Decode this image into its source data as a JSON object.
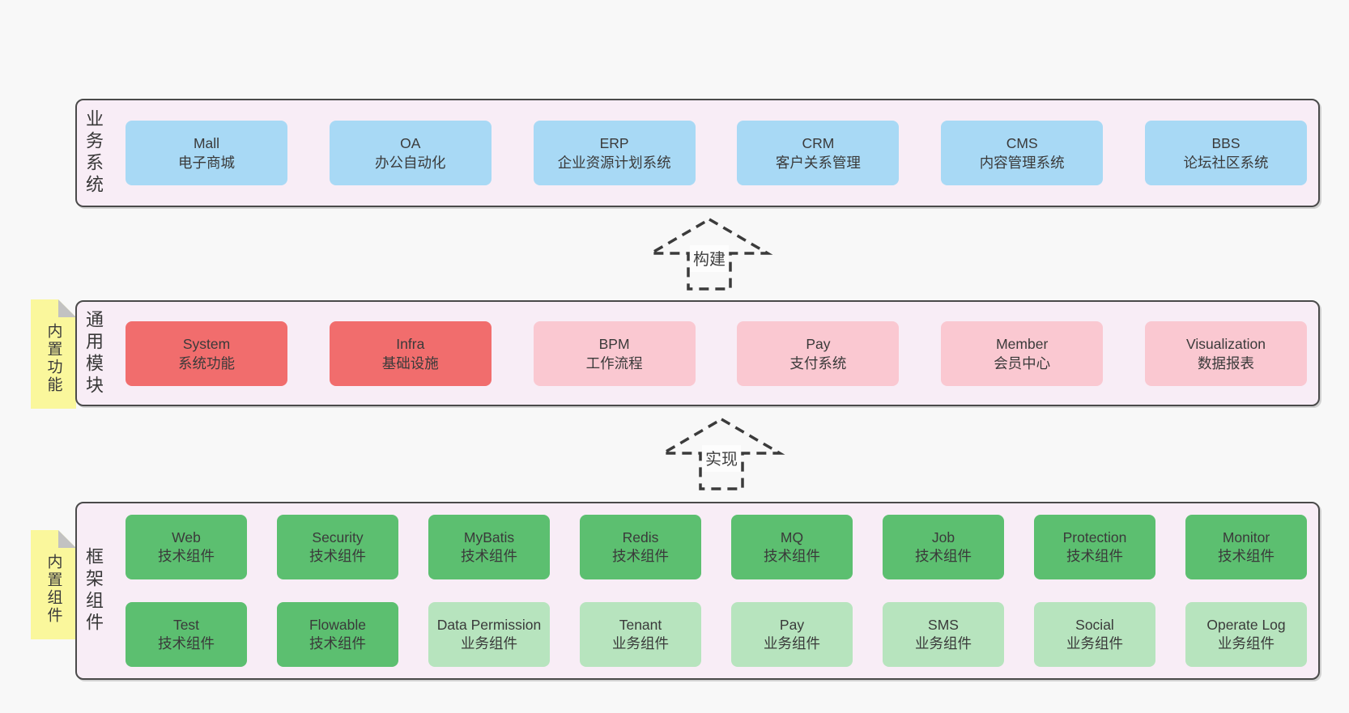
{
  "colors": {
    "page_bg": "#f8f8f8",
    "layer_bg": "#f8edf6",
    "border": "#4a4a4a",
    "sticky": "#faf79c",
    "blue": "#a8d9f5",
    "red": "#f16d6d",
    "pink": "#fac8d1",
    "green": "#5cbf70",
    "lightgreen": "#b7e4be"
  },
  "arrows": [
    {
      "label": "构建"
    },
    {
      "label": "实现"
    }
  ],
  "stickies": [
    {
      "label": "内置功能"
    },
    {
      "label": "内置组件"
    }
  ],
  "layers": [
    {
      "label": "业务系统",
      "boxes": [
        {
          "en": "Mall",
          "zh": "电子商城",
          "variant": "blue"
        },
        {
          "en": "OA",
          "zh": "办公自动化",
          "variant": "blue"
        },
        {
          "en": "ERP",
          "zh": "企业资源计划系统",
          "variant": "blue"
        },
        {
          "en": "CRM",
          "zh": "客户关系管理",
          "variant": "blue"
        },
        {
          "en": "CMS",
          "zh": "内容管理系统",
          "variant": "blue"
        },
        {
          "en": "BBS",
          "zh": "论坛社区系统",
          "variant": "blue"
        }
      ]
    },
    {
      "label": "通用模块",
      "boxes": [
        {
          "en": "System",
          "zh": "系统功能",
          "variant": "red"
        },
        {
          "en": "Infra",
          "zh": "基础设施",
          "variant": "red"
        },
        {
          "en": "BPM",
          "zh": "工作流程",
          "variant": "pink"
        },
        {
          "en": "Pay",
          "zh": "支付系统",
          "variant": "pink"
        },
        {
          "en": "Member",
          "zh": "会员中心",
          "variant": "pink"
        },
        {
          "en": "Visualization",
          "zh": "数据报表",
          "variant": "pink"
        }
      ]
    },
    {
      "label": "框架组件",
      "rows": [
        [
          {
            "en": "Web",
            "zh": "技术组件",
            "variant": "green"
          },
          {
            "en": "Security",
            "zh": "技术组件",
            "variant": "green"
          },
          {
            "en": "MyBatis",
            "zh": "技术组件",
            "variant": "green"
          },
          {
            "en": "Redis",
            "zh": "技术组件",
            "variant": "green"
          },
          {
            "en": "MQ",
            "zh": "技术组件",
            "variant": "green"
          },
          {
            "en": "Job",
            "zh": "技术组件",
            "variant": "green"
          },
          {
            "en": "Protection",
            "zh": "技术组件",
            "variant": "green"
          },
          {
            "en": "Monitor",
            "zh": "技术组件",
            "variant": "green"
          }
        ],
        [
          {
            "en": "Test",
            "zh": "技术组件",
            "variant": "green"
          },
          {
            "en": "Flowable",
            "zh": "技术组件",
            "variant": "green"
          },
          {
            "en": "Data Permission",
            "zh": "业务组件",
            "variant": "lightgreen"
          },
          {
            "en": "Tenant",
            "zh": "业务组件",
            "variant": "lightgreen"
          },
          {
            "en": "Pay",
            "zh": "业务组件",
            "variant": "lightgreen"
          },
          {
            "en": "SMS",
            "zh": "业务组件",
            "variant": "lightgreen"
          },
          {
            "en": "Social",
            "zh": "业务组件",
            "variant": "lightgreen"
          },
          {
            "en": "Operate Log",
            "zh": "业务组件",
            "variant": "lightgreen"
          }
        ]
      ]
    }
  ]
}
